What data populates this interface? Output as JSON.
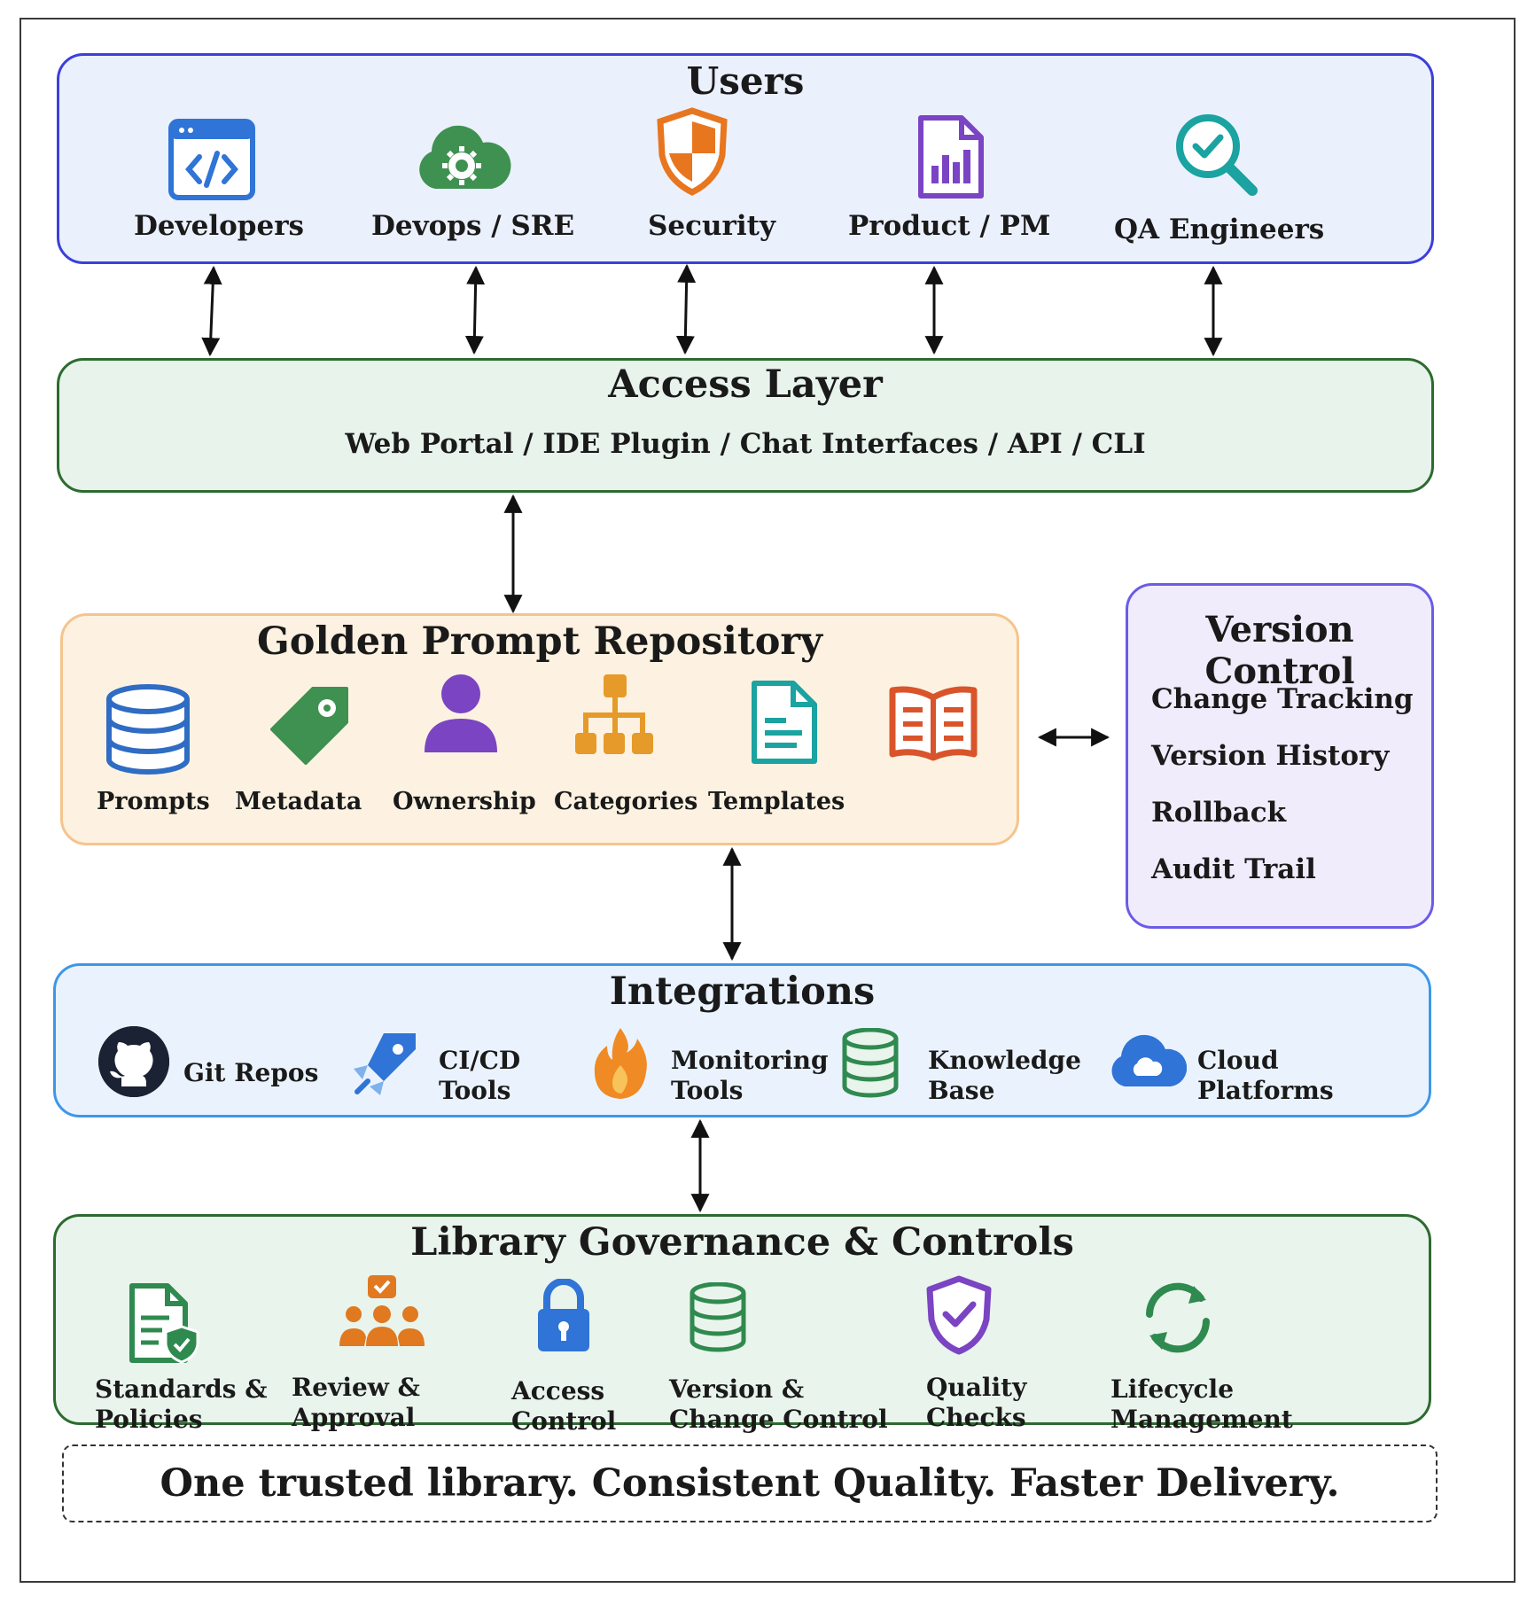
{
  "users": {
    "title": "Users",
    "items": [
      {
        "label": "Developers",
        "icon": "code-window-icon"
      },
      {
        "label": "Devops / SRE",
        "icon": "cloud-gear-icon"
      },
      {
        "label": "Security",
        "icon": "shield-icon"
      },
      {
        "label": "Product / PM",
        "icon": "report-chart-icon"
      },
      {
        "label": "QA Engineers",
        "icon": "magnifier-check-icon"
      }
    ]
  },
  "access": {
    "title": "Access Layer",
    "subtitle": "Web Portal / IDE Plugin / Chat Interfaces / API / CLI"
  },
  "repository": {
    "title": "Golden Prompt Repository",
    "items": [
      {
        "label": "Prompts",
        "icon": "database-icon"
      },
      {
        "label": "Metadata",
        "icon": "tag-icon"
      },
      {
        "label": "Ownership",
        "icon": "person-icon"
      },
      {
        "label": "Categories",
        "icon": "hierarchy-icon"
      },
      {
        "label": "Templates",
        "icon": "document-icon"
      },
      {
        "label": "",
        "icon": "open-book-icon"
      }
    ]
  },
  "version_control": {
    "title": "Version Control",
    "items": [
      "Change Tracking",
      "Version History",
      "Rollback",
      "Audit Trail"
    ]
  },
  "integrations": {
    "title": "Integrations",
    "items": [
      {
        "line1": "Git Repos",
        "line2": "",
        "icon": "github-icon"
      },
      {
        "line1": "CI/CD",
        "line2": "Tools",
        "icon": "pipeline-icon"
      },
      {
        "line1": "Monitoring",
        "line2": "Tools",
        "icon": "flame-icon"
      },
      {
        "line1": "Knowledge",
        "line2": "Base",
        "icon": "database-icon"
      },
      {
        "line1": "Cloud",
        "line2": "Platforms",
        "icon": "cloud-icon"
      }
    ]
  },
  "governance": {
    "title": "Library Governance & Controls",
    "items": [
      {
        "line1": "Standards &",
        "line2": "Policies",
        "icon": "policy-document-icon"
      },
      {
        "line1": "Review &",
        "line2": "Approval",
        "icon": "team-review-icon"
      },
      {
        "line1": "Access",
        "line2": "Control",
        "icon": "padlock-icon"
      },
      {
        "line1": "Version &",
        "line2": "Change Control",
        "icon": "database-icon"
      },
      {
        "line1": "Quality",
        "line2": "Checks",
        "icon": "shield-check-icon"
      },
      {
        "line1": "Lifecycle",
        "line2": "Management",
        "icon": "refresh-cycle-icon"
      }
    ]
  },
  "tagline": "One trusted library. Consistent Quality. Faster Delivery.",
  "colors": {
    "users_border": "#3b3fdc",
    "access_border": "#2c6b2f",
    "repo_border": "#f5c48e",
    "vc_border": "#6a5ce6",
    "integrations_border": "#3d97e8",
    "governance_border": "#2c6b2f"
  }
}
